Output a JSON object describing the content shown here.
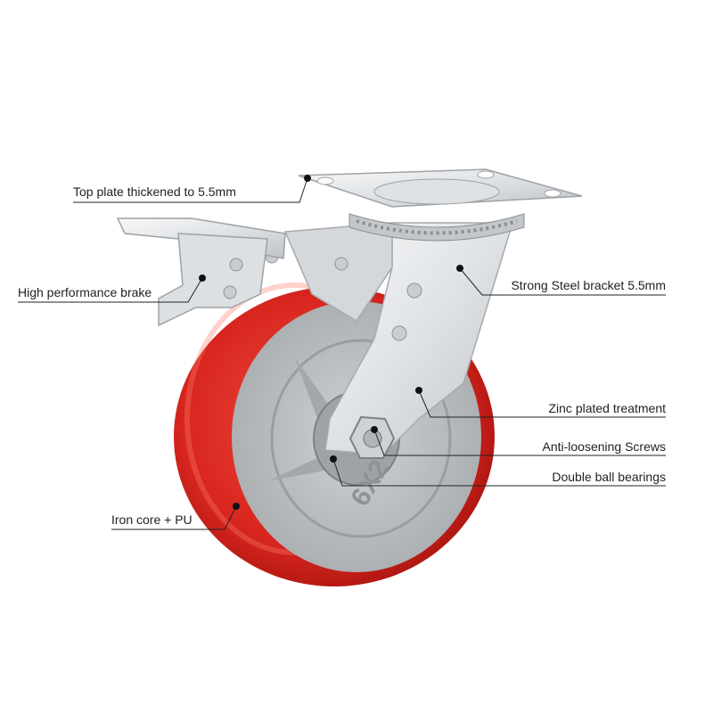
{
  "callouts": {
    "top_plate": "Top plate thickened to 5.5mm",
    "brake": "High performance brake",
    "bracket": "Strong Steel bracket 5.5mm",
    "zinc": "Zinc plated treatment",
    "screws": "Anti-loosening Screws",
    "bearings": "Double ball bearings",
    "core": "Iron core + PU"
  },
  "wheel_marking": "6X2",
  "colors": {
    "pu_tread": "#d8261f",
    "iron_core": "#b9bcbf",
    "steel": "#e2e5e8",
    "leader_line": "#222222",
    "dot": "#111111"
  }
}
